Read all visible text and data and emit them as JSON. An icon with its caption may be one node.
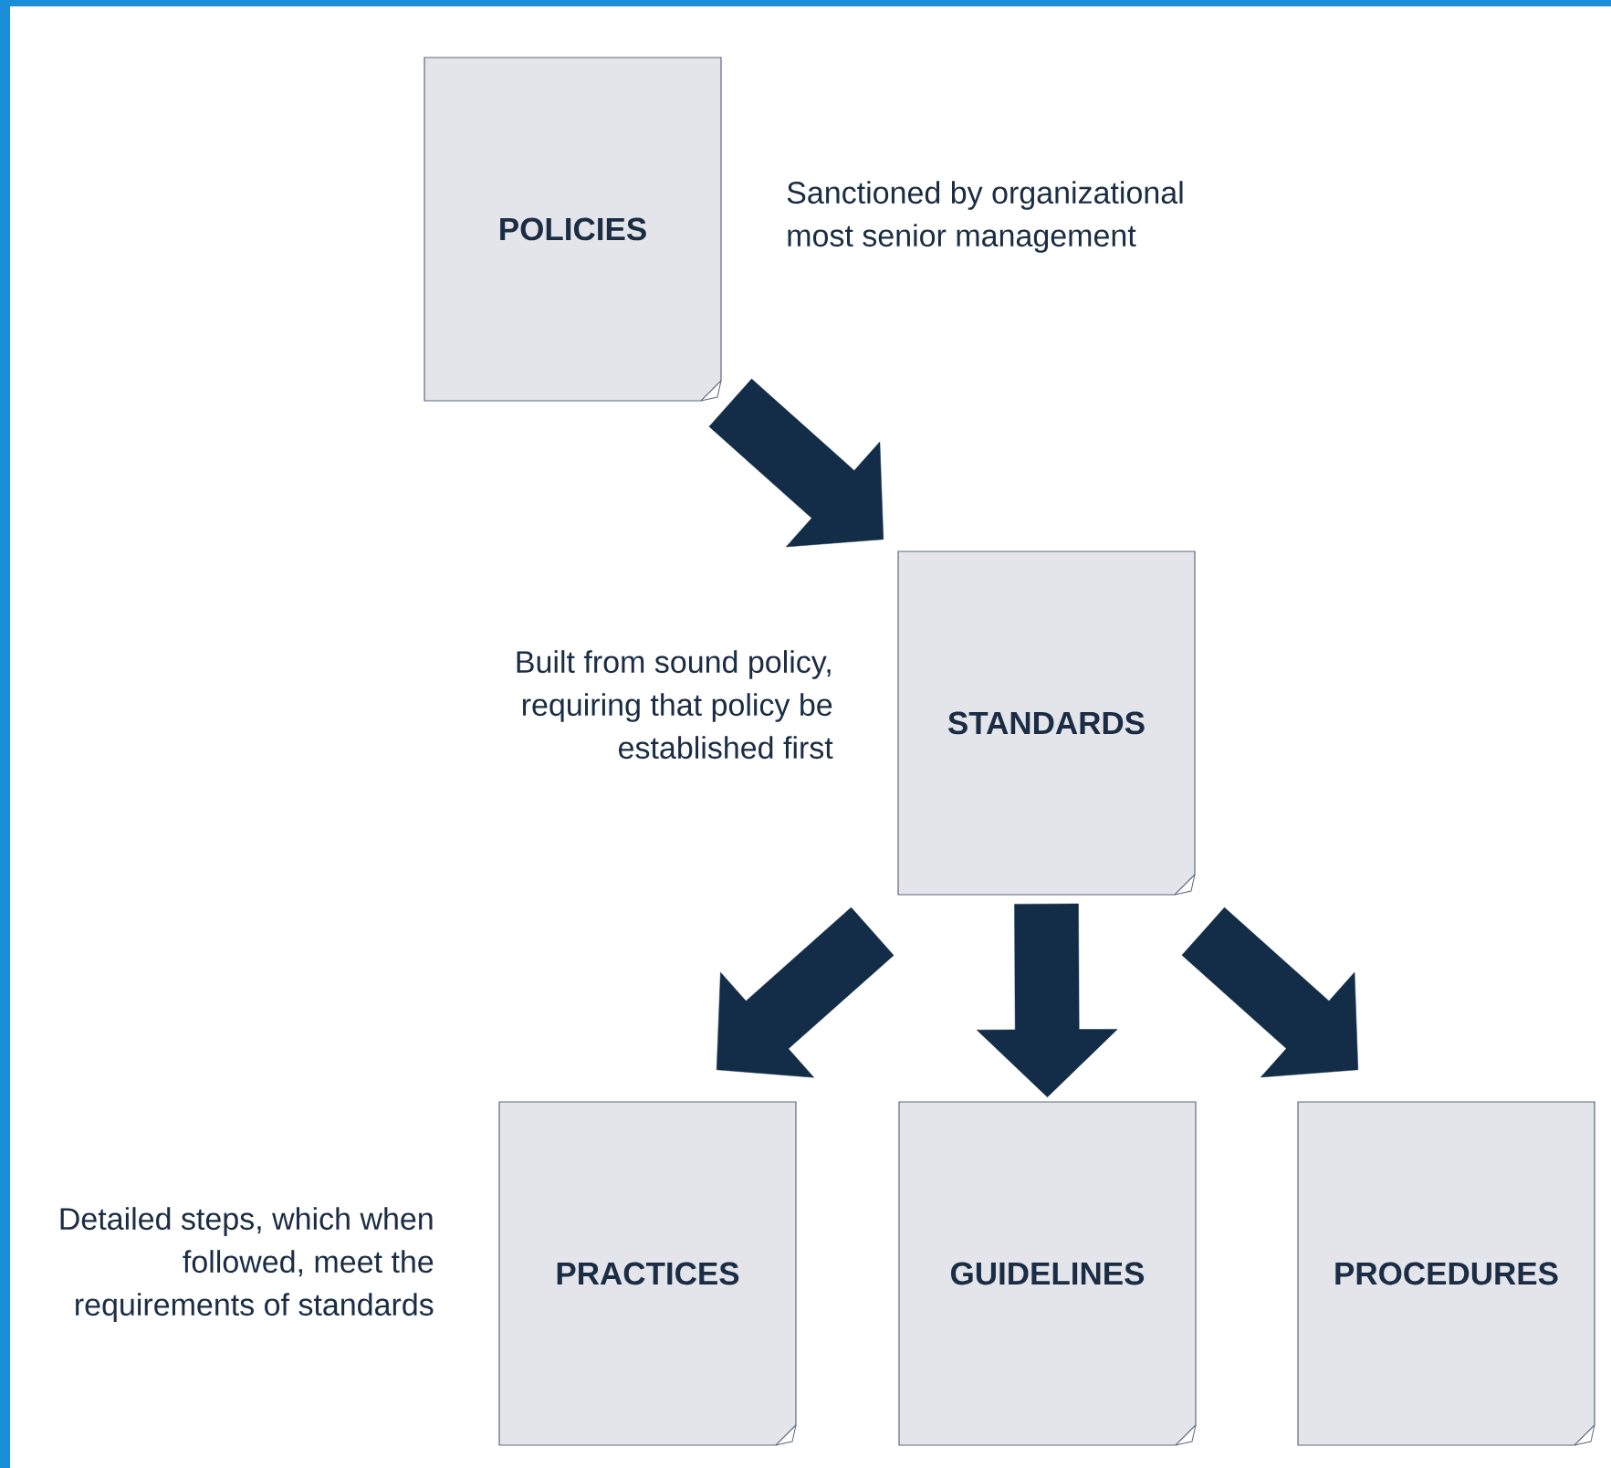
{
  "diagram": {
    "nodes": [
      {
        "text": [
          "POLICIES"
        ],
        "beside": [
          "Sanctioned by organizational most senior management"
        ]
      },
      {
        "text": [
          "STANDARDS"
        ],
        "beside": [
          "Built from sound policy, requiring that policy be established first"
        ]
      },
      {
        "text": [
          "PRACTICES"
        ],
        "beside": [
          "Detailed steps, which when followed, meet the requirements of standards"
        ]
      },
      {
        "text": [
          "GUIDELINES"
        ]
      },
      {
        "text": [
          "PROCEDURES"
        ]
      }
    ],
    "edges": [
      {
        "from": 0,
        "to": 1,
        "arrow": "to"
      },
      {
        "from": 1,
        "to": 2,
        "arrow": "to"
      },
      {
        "from": 1,
        "to": 3,
        "arrow": "to"
      },
      {
        "from": 1,
        "to": 4,
        "arrow": "to"
      }
    ]
  }
}
